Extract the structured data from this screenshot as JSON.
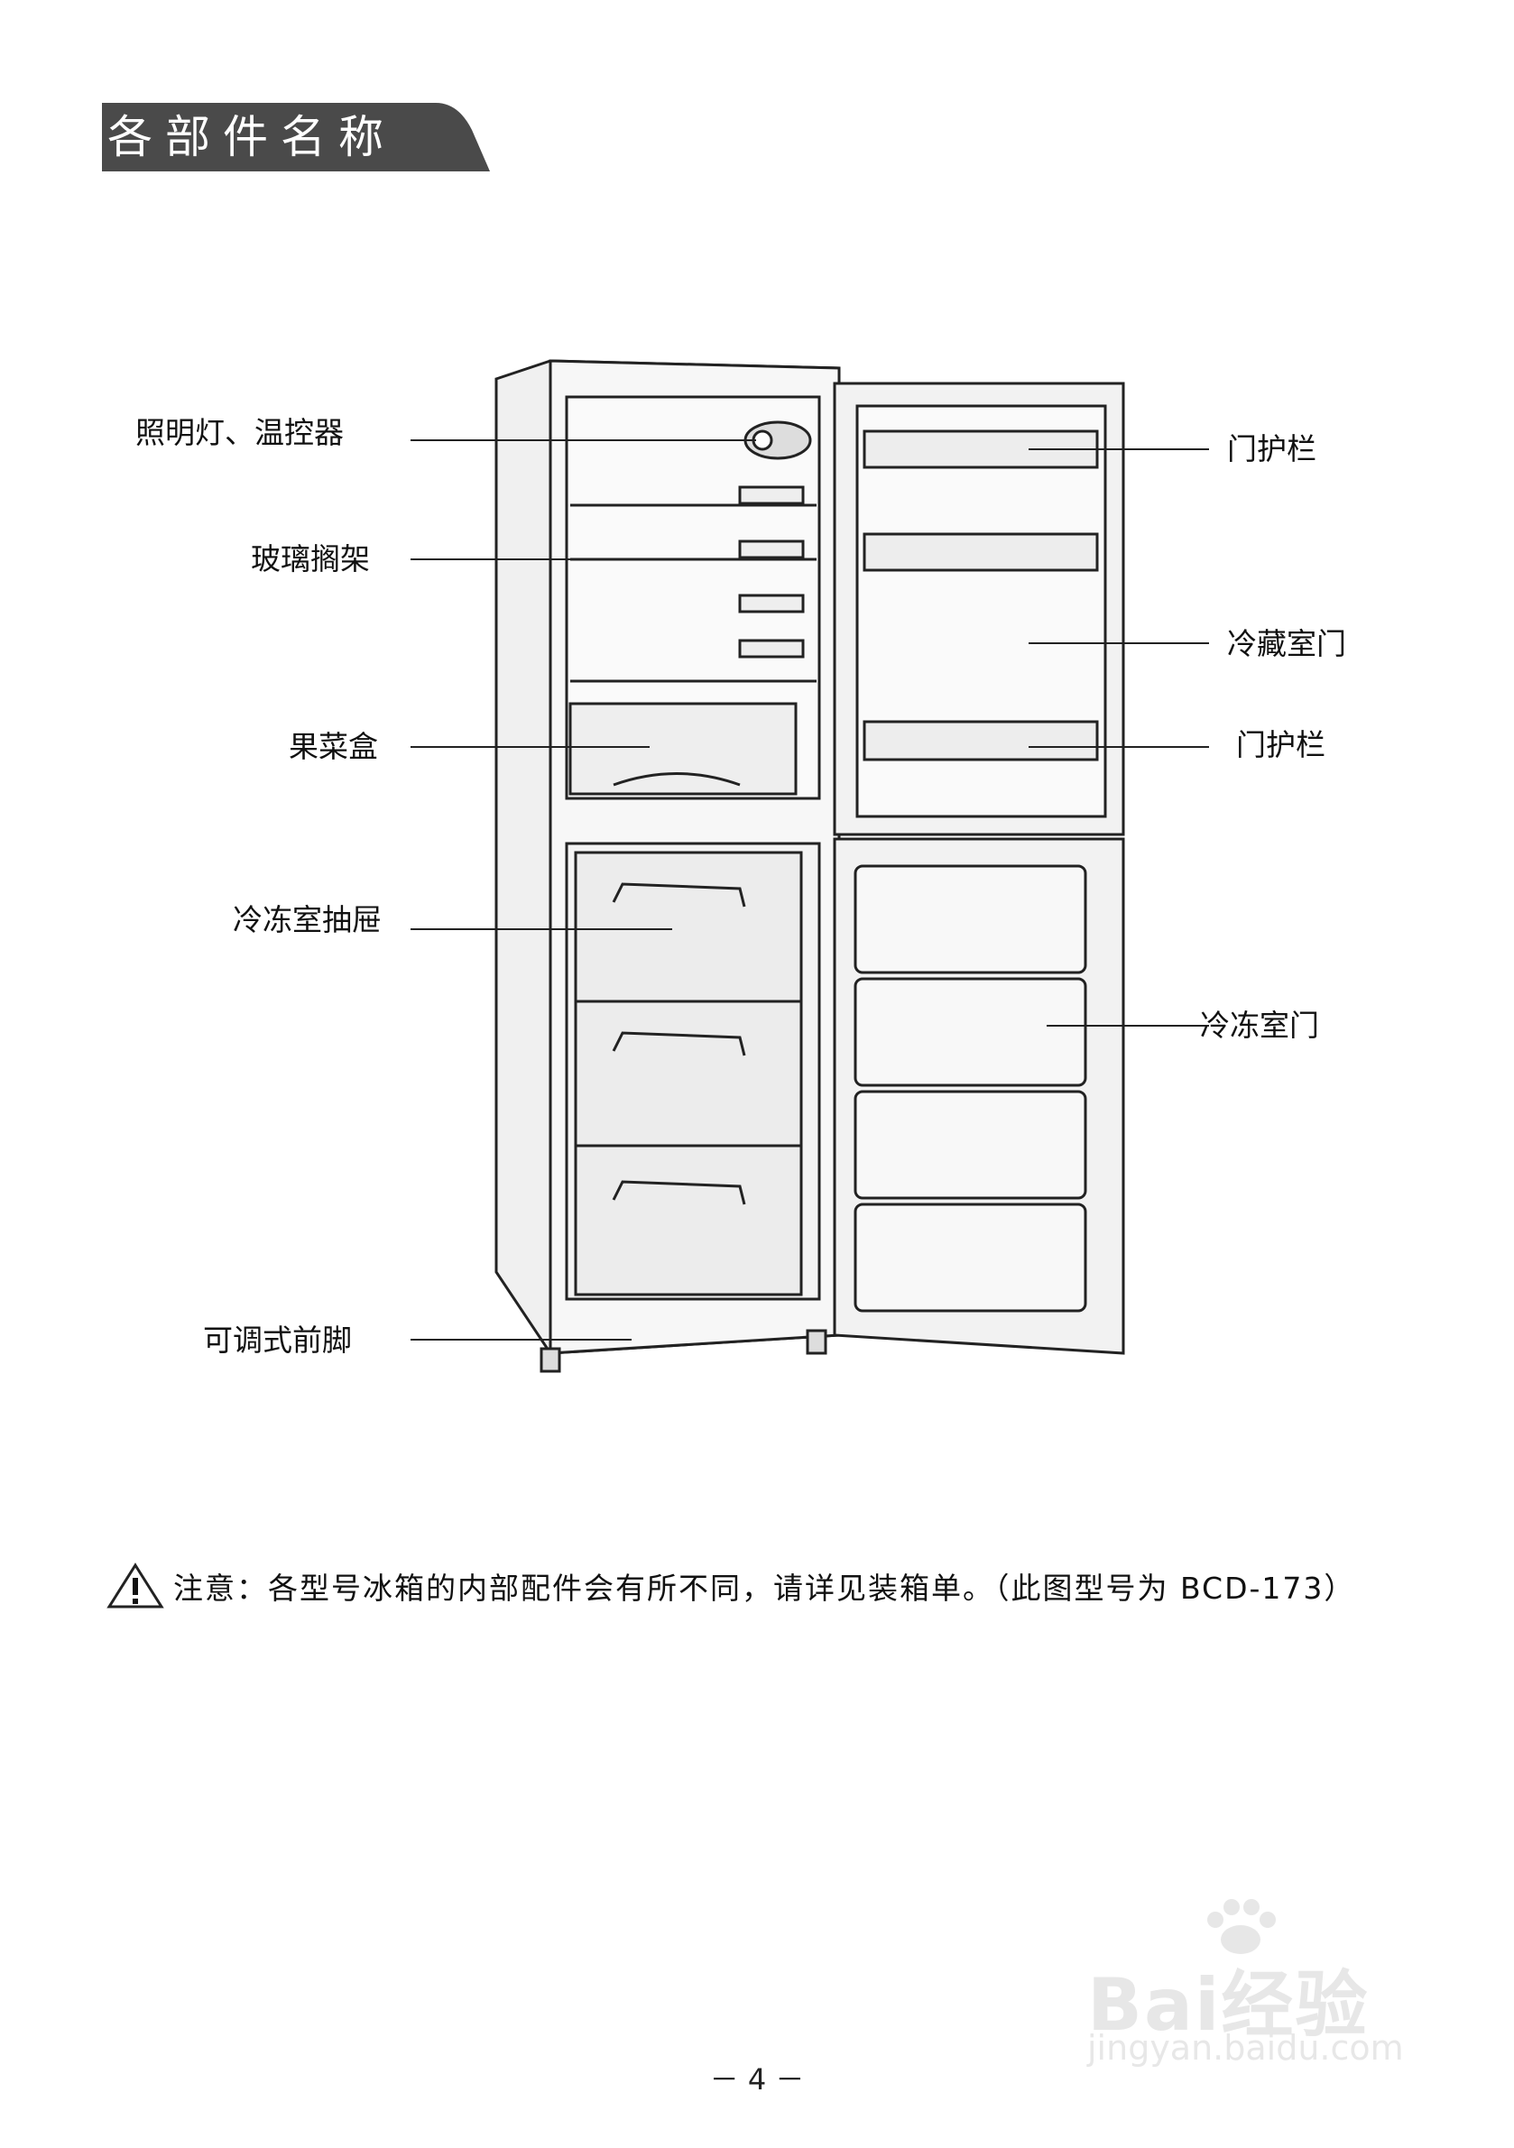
{
  "header": {
    "title": "各部件名称"
  },
  "labels": {
    "lighting_thermostat": "照明灯、温控器",
    "glass_shelf": "玻璃搁架",
    "crisper": "果菜盒",
    "freezer_drawer": "冷冻室抽屉",
    "adjustable_foot": "可调式前脚",
    "door_guard_top": "门护栏",
    "fridge_door": "冷藏室门",
    "door_guard_bottom": "门护栏",
    "freezer_door": "冷冻室门"
  },
  "note": {
    "text": "注意：各型号冰箱的内部配件会有所不同，请详见装箱单。（此图型号为 BCD-173）"
  },
  "page": {
    "number": "－ 4 －"
  },
  "watermark": {
    "brand": "Bai经验",
    "url": "jingyan.baidu.com"
  }
}
